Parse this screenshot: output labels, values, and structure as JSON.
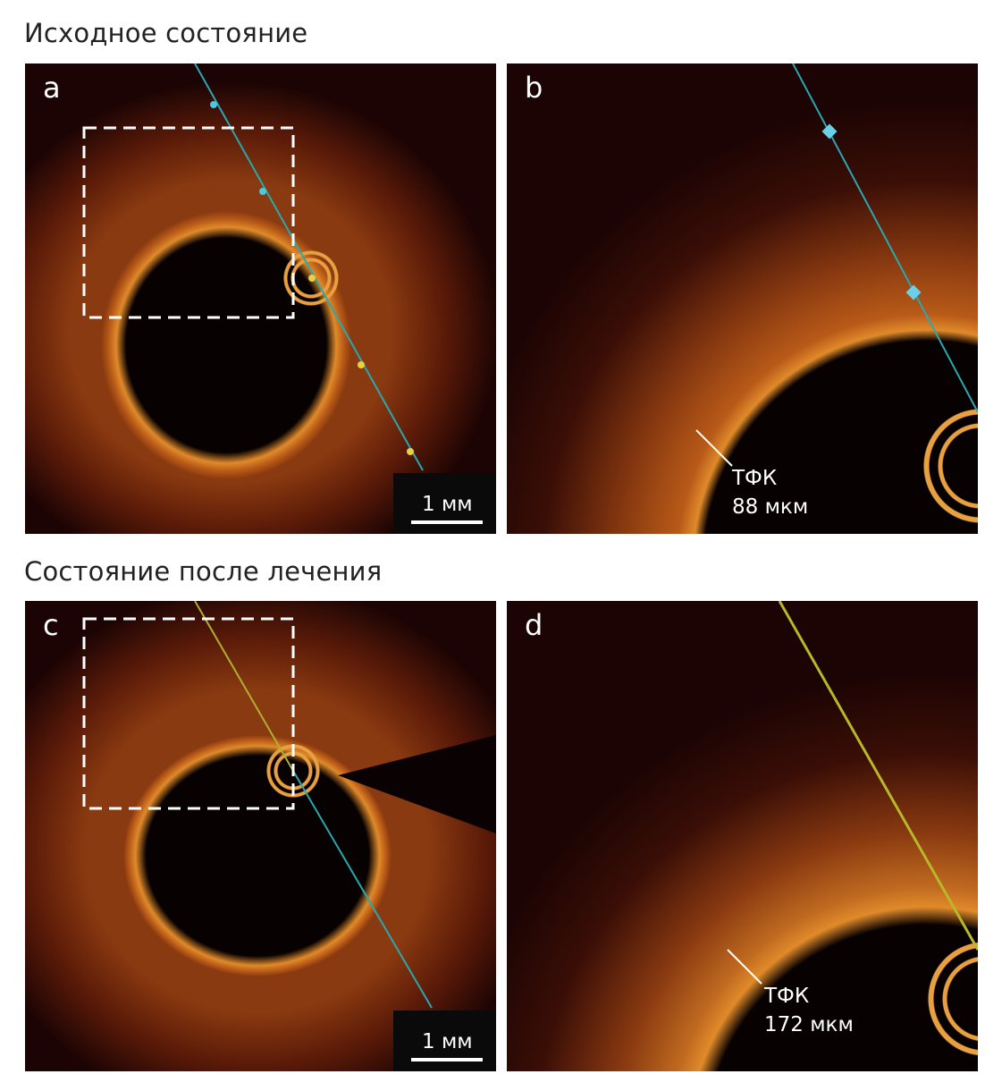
{
  "sections": [
    {
      "title": "Исходное состояние"
    },
    {
      "title": "Состояние после лечения"
    }
  ],
  "panels": {
    "a": {
      "letter": "a",
      "scale": "1 мм"
    },
    "b": {
      "letter": "b",
      "label": "ТФК",
      "value": "88 мкм"
    },
    "c": {
      "letter": "c",
      "scale": "1 мм"
    },
    "d": {
      "letter": "d",
      "label": "ТФК",
      "value": "172 мкм"
    }
  },
  "colors": {
    "tissue": "#e08a2a",
    "background": "#1c0404",
    "guide_line": "#2aa8b0",
    "marker": "#e8d040"
  }
}
